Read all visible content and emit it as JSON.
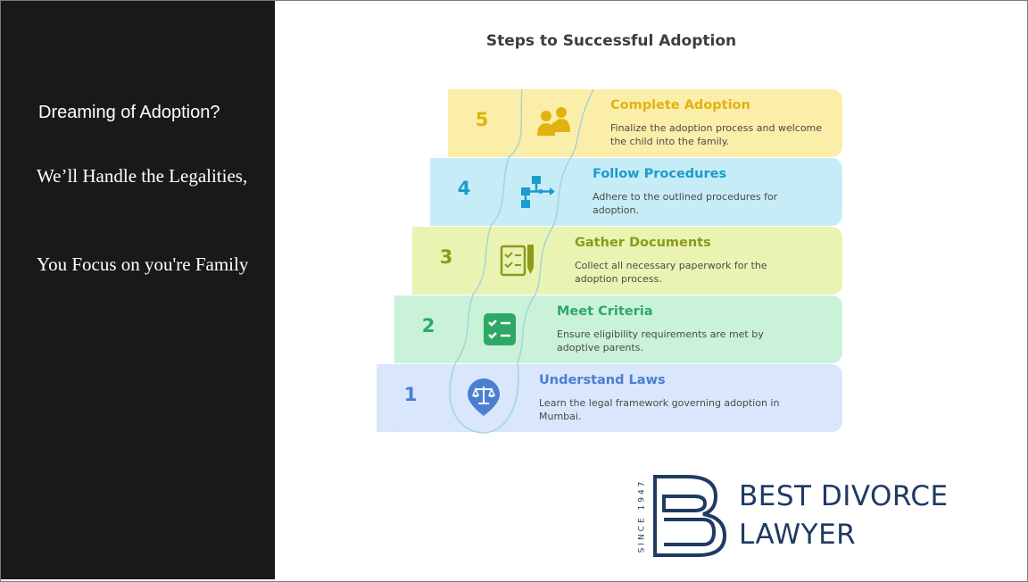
{
  "left_panel": {
    "line1": "Dreaming of Adoption?",
    "line2": "We’ll Handle the Legalities,",
    "line3": "You Focus on you're Family"
  },
  "infographic": {
    "title": "Steps to Successful Adoption",
    "steps": [
      {
        "number": "5",
        "title": "Complete Adoption",
        "description": "Finalize the adoption process and welcome the child into the family.",
        "icon": "family-icon",
        "color": "#fbeea9",
        "accent": "#e2b20f"
      },
      {
        "number": "4",
        "title": "Follow Procedures",
        "description": "Adhere to the outlined procedures for adoption.",
        "icon": "flowchart-icon",
        "color": "#c6ecf7",
        "accent": "#1b9ccc"
      },
      {
        "number": "3",
        "title": "Gather Documents",
        "description": "Collect all necessary paperwork for the adoption process.",
        "icon": "document-checklist-icon",
        "color": "#eaf3b2",
        "accent": "#8a9a1c"
      },
      {
        "number": "2",
        "title": "Meet Criteria",
        "description": "Ensure eligibility requirements are met by adoptive parents.",
        "icon": "checklist-icon",
        "color": "#c9f2d9",
        "accent": "#2ea866"
      },
      {
        "number": "1",
        "title": "Understand Laws",
        "description": "Learn the legal framework governing adoption in Mumbai.",
        "icon": "scales-icon",
        "color": "#d9e6fb",
        "accent": "#4a7fd1"
      }
    ]
  },
  "logo": {
    "since": "SINCE 1947",
    "line1": "BEST DIVORCE",
    "line2": "LAWYER",
    "color": "#1f3a63"
  }
}
